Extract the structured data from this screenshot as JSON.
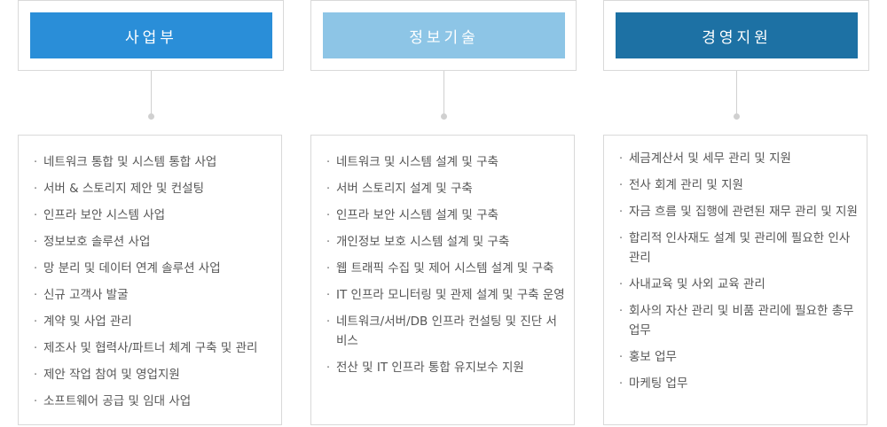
{
  "colors": {
    "business": "#2a8ed8",
    "it": "#8dc5e6",
    "management": "#1d71a4",
    "border": "#d9d9d9",
    "connector": "#d0d0d0",
    "text": "#555555"
  },
  "columns": [
    {
      "title": "사업부",
      "items": [
        "네트워크 통합 및 시스템 통합 사업",
        "서버 & 스토리지 제안 및 컨설팅",
        "인프라 보안 시스템 사업",
        "정보보호 솔루션 사업",
        "망 분리 및 데이터 연계 솔루션 사업",
        "신규 고객사 발굴",
        "계약 및 사업 관리",
        "제조사 및 협력사/파트너 체계 구축 및 관리",
        "제안 작업 참여 및 영업지원",
        "소프트웨어 공급 및 임대 사업"
      ]
    },
    {
      "title": "정보기술",
      "items": [
        "네트워크 및 시스템 설계 및 구축",
        "서버 스토리지 설계 및 구축",
        "인프라 보안 시스템 설계 및 구축",
        "개인정보 보호 시스템 설계 및 구축",
        "웹 트래픽 수집 및 제어 시스템 설계 및 구축",
        "IT 인프라 모니터링 및 관제 설계 및 구축 운영",
        "네트워크/서버/DB 인프라 컨설팅 및 진단 서비스",
        "전산 및 IT 인프라 통합 유지보수 지원"
      ]
    },
    {
      "title": "경영지원",
      "items": [
        "세금계산서 및 세무 관리 및 지원",
        "전사 회계 관리 및 지원",
        "자금 흐름 및 집행에 관련된 재무 관리 및 지원",
        "합리적 인사재도 설계 및 관리에 필요한 인사 관리",
        "사내교육 및 사외 교육 관리",
        "회사의 자산 관리 및 비품 관리에 필요한 총무 업무",
        "홍보 업무",
        "마케팅 업무"
      ]
    }
  ]
}
